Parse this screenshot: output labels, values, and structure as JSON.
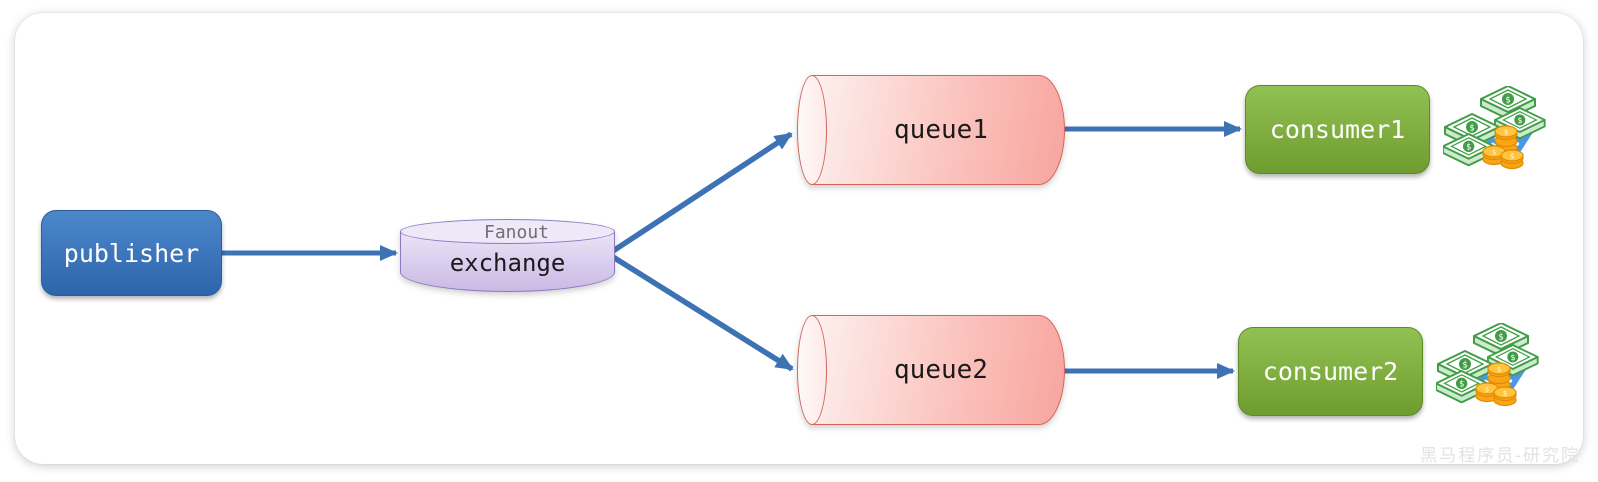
{
  "diagram": {
    "type": "message-queue-fanout",
    "nodes": {
      "publisher": {
        "label": "publisher",
        "shape": "rounded-rect",
        "color": "#3a76bf"
      },
      "exchange": {
        "label": "exchange",
        "type_label": "Fanout",
        "shape": "cylinder-vertical",
        "color": "#d9cbee"
      },
      "queue1": {
        "label": "queue1",
        "shape": "cylinder-horizontal",
        "color": "#f9a9a3"
      },
      "queue2": {
        "label": "queue2",
        "shape": "cylinder-horizontal",
        "color": "#f9a9a3"
      },
      "consumer1": {
        "label": "consumer1",
        "shape": "rounded-rect",
        "color": "#82b23e"
      },
      "consumer2": {
        "label": "consumer2",
        "shape": "rounded-rect",
        "color": "#82b23e"
      }
    },
    "edges": [
      {
        "from": "publisher",
        "to": "exchange"
      },
      {
        "from": "exchange",
        "to": "queue1"
      },
      {
        "from": "exchange",
        "to": "queue2"
      },
      {
        "from": "queue1",
        "to": "consumer1"
      },
      {
        "from": "queue2",
        "to": "consumer2"
      }
    ],
    "icons": [
      {
        "name": "money-icon",
        "attached_to": "consumer1",
        "depicts": "cash bills, coin stacks, blue calculator"
      },
      {
        "name": "money-icon",
        "attached_to": "consumer2",
        "depicts": "cash bills, coin stacks, blue calculator"
      }
    ],
    "colors": {
      "arrow": "#3d72b4",
      "publisher_fill": "#3a76bf",
      "exchange_fill": "#d9cbee",
      "exchange_border": "#8d79be",
      "queue_fill": "#f9a9a3",
      "queue_border": "#d5655e",
      "consumer_fill": "#82b23e",
      "bill_green": "#3f9e44",
      "coin_gold": "#f9a516",
      "calculator_blue": "#4a97e8"
    }
  },
  "watermark": {
    "text": "黑马程序员-研究院"
  }
}
